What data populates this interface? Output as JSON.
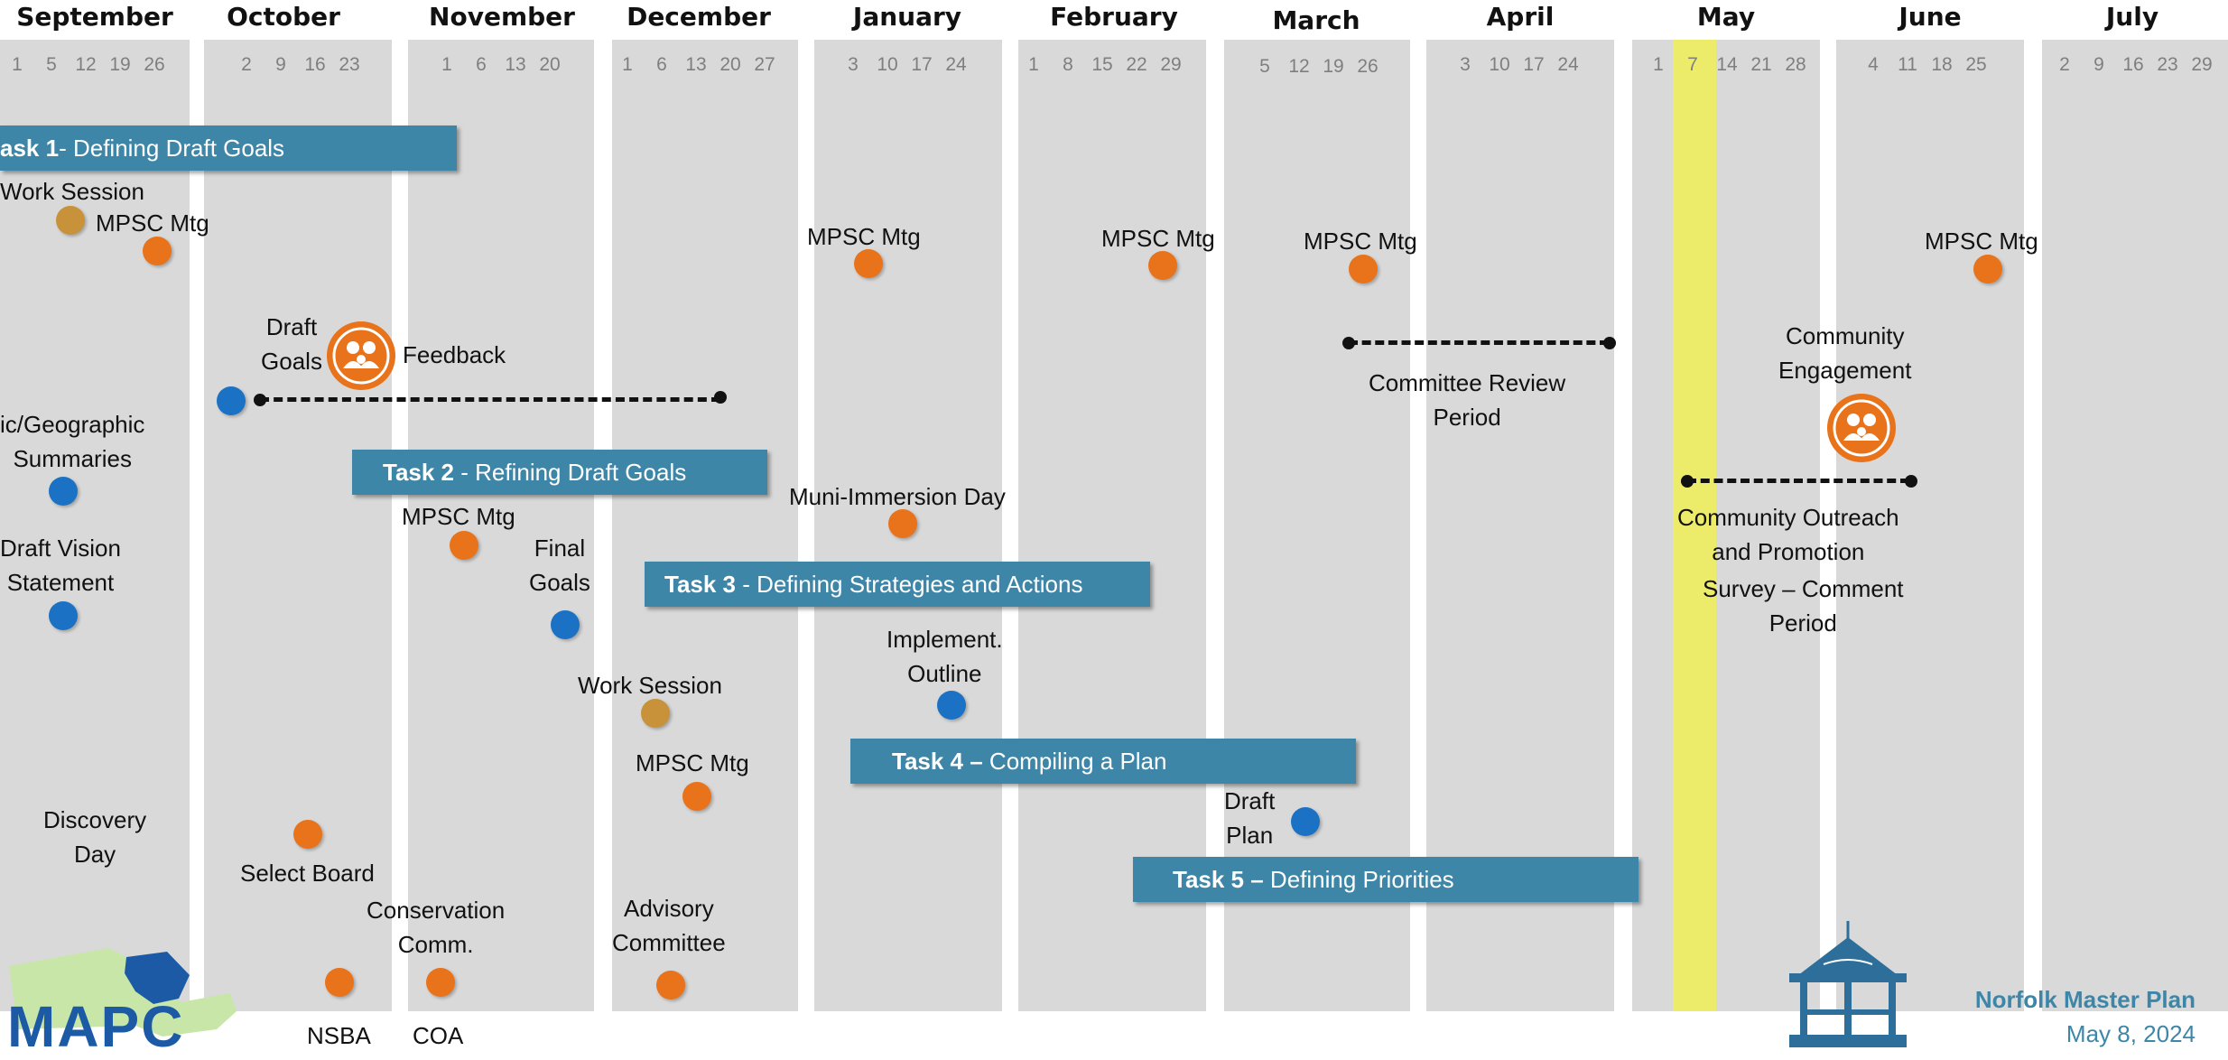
{
  "months": [
    {
      "name": "September",
      "dates": [
        "1",
        "5",
        "12",
        "19",
        "26"
      ]
    },
    {
      "name": "October",
      "dates": [
        "2",
        "9",
        "16",
        "23"
      ]
    },
    {
      "name": "November",
      "dates": [
        "1",
        "6",
        "13",
        "20"
      ]
    },
    {
      "name": "December",
      "dates": [
        "1",
        "6",
        "13",
        "20",
        "27"
      ]
    },
    {
      "name": "January",
      "dates": [
        "3",
        "10",
        "17",
        "24"
      ]
    },
    {
      "name": "February",
      "dates": [
        "1",
        "8",
        "15",
        "22",
        "29"
      ]
    },
    {
      "name": "March",
      "dates": [
        "5",
        "12",
        "19",
        "26"
      ]
    },
    {
      "name": "April",
      "dates": [
        "3",
        "10",
        "17",
        "24"
      ]
    },
    {
      "name": "May",
      "dates": [
        "1",
        "7",
        "14",
        "21",
        "28"
      ]
    },
    {
      "name": "June",
      "dates": [
        "4",
        "11",
        "18",
        "25"
      ]
    },
    {
      "name": "July",
      "dates": [
        "2",
        "9",
        "16",
        "23",
        "29"
      ]
    }
  ],
  "tasks": {
    "task1": {
      "bold": "ask 1",
      "text": "- Defining Draft Goals"
    },
    "task2": {
      "bold": "Task 2",
      "text": " - Refining Draft Goals"
    },
    "task3": {
      "bold": "Task 3",
      "text": " - Defining Strategies and Actions"
    },
    "task4": {
      "bold": "Task 4 –",
      "text": " Compiling a Plan"
    },
    "task5": {
      "bold": "Task 5 –",
      "text": " Defining Priorities"
    }
  },
  "events": {
    "work_session_1": "Work Session",
    "mpsc_mtg": "MPSC Mtg",
    "draft_goals": "Draft Goals",
    "feedback": "Feedback",
    "geo_summaries_line1": "ic/Geographic",
    "geo_summaries_line2": "Summaries",
    "draft_vision_line1": "Draft Vision",
    "draft_vision_line2": "Statement",
    "final_goals_line1": "Final",
    "final_goals_line2": "Goals",
    "muni_immersion": "Muni-Immersion Day",
    "implement_line1": "Implement.",
    "implement_line2": "Outline",
    "work_session_2": "Work Session",
    "discovery_line1": "Discovery",
    "discovery_line2": "Day",
    "select_board": "Select Board",
    "conservation_line1": "Conservation",
    "conservation_line2": "Comm.",
    "advisory_line1": "Advisory",
    "advisory_line2": "Committee",
    "nsba": "NSBA",
    "coa": "COA",
    "draft_plan_line1": "Draft",
    "draft_plan_line2": "Plan",
    "committee_review_line1": "Committee Review",
    "committee_review_line2": "Period",
    "community_engagement_line1": "Community",
    "community_engagement_line2": "Engagement",
    "outreach_line1": "Community Outreach",
    "outreach_line2": "and Promotion",
    "survey_line1": "Survey – Comment",
    "survey_line2": "Period"
  },
  "footer": {
    "logo_text": "MAPC",
    "project": "Norfolk Master Plan",
    "date": "May 8, 2024"
  },
  "colors": {
    "task_bar": "#3e86a8",
    "orange_dot": "#e8731a",
    "blue_dot": "#1b72c4",
    "gold_dot": "#c8923a",
    "highlight": "#ecec6a"
  }
}
